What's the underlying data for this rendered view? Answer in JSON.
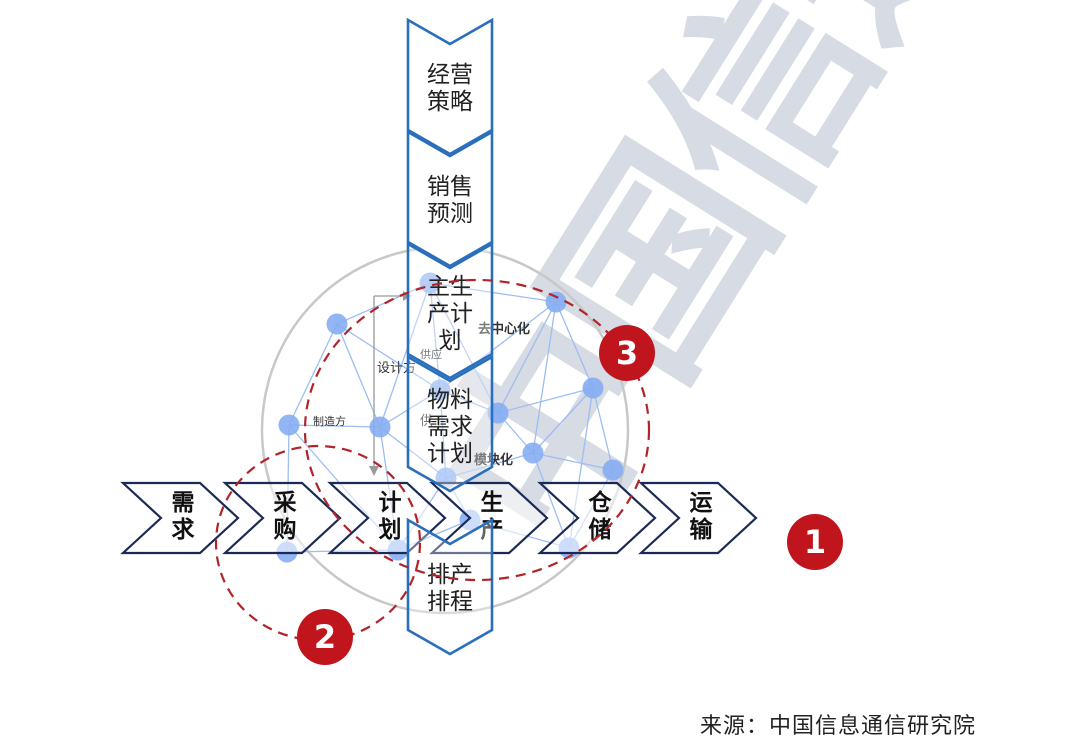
{
  "watermark": "中国信通院",
  "vertical_flow": [
    {
      "lines": [
        "经营",
        "策略"
      ]
    },
    {
      "lines": [
        "销售",
        "预测"
      ]
    },
    {
      "lines": [
        "主生",
        "产计",
        "划"
      ]
    },
    {
      "lines": [
        "物料",
        "需求",
        "计划"
      ]
    },
    {
      "lines": [
        "排产",
        "排程"
      ]
    }
  ],
  "horizontal_flow": [
    {
      "lines": [
        "需",
        "求"
      ]
    },
    {
      "lines": [
        "采",
        "购"
      ]
    },
    {
      "lines": [
        "计",
        "划"
      ]
    },
    {
      "lines": [
        "生",
        "产"
      ]
    },
    {
      "lines": [
        "仓",
        "储"
      ]
    },
    {
      "lines": [
        "运",
        "输"
      ]
    }
  ],
  "network_labels": {
    "decentralize": "去中心化",
    "designer": "设计方",
    "supplier": "供应",
    "manufacturer": "制造方",
    "supplier2": "供",
    "modular": "模块化"
  },
  "badges": [
    "1",
    "2",
    "3"
  ],
  "source": "来源：中国信息通信研究院",
  "colors": {
    "flow_blue": "#2a6fbd",
    "chevron_navy": "#1b2a55",
    "badge_red": "#c0151d",
    "node_blue": "#86adf2",
    "watermark": "#b7bfcf"
  }
}
